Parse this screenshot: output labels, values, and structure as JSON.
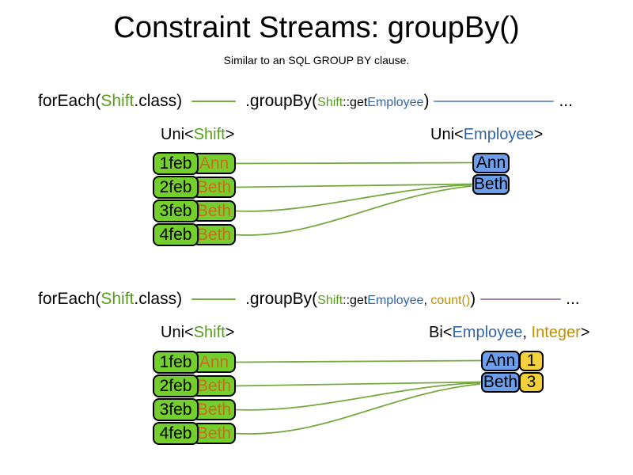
{
  "title": "Constraint Streams: groupBy()",
  "subtitle": "Similar to an SQL GROUP BY clause.",
  "colors": {
    "shift_green_text": "#579D1C",
    "employee_blue_text": "#3465A4",
    "integer_gold_text": "#BF9000",
    "name_orange_text": "#CE6A1C",
    "shift_box_green": "#74CE2E",
    "employee_box_blue": "#6D9EEB",
    "count_box_yellow": "#F2D13D",
    "connector_line_green": "#76A93F",
    "chain_line_green": "#76AC3F",
    "result_line_blue": "#7396C8",
    "result_line_purple": "#9A7FB8"
  },
  "section1": {
    "code": {
      "foreach_open": "forEach(",
      "foreach_type": "Shift",
      "foreach_close": ".class)",
      "groupby_open": ".groupBy(",
      "arg_type": "Shift",
      "arg_getter": "::get",
      "arg_prop": "Employee",
      "groupby_close": ")",
      "ellipsis": "..."
    },
    "source_label": {
      "prefix": "Uni<",
      "type": "Shift",
      "suffix": ">"
    },
    "target_label": {
      "prefix": "Uni<",
      "type": "Employee",
      "suffix": ">"
    },
    "shifts": [
      {
        "date": "1feb",
        "employee": "Ann"
      },
      {
        "date": "2feb",
        "employee": "Beth"
      },
      {
        "date": "3feb",
        "employee": "Beth"
      },
      {
        "date": "4feb",
        "employee": "Beth"
      }
    ],
    "groups": [
      {
        "employee": "Ann"
      },
      {
        "employee": "Beth"
      }
    ],
    "connections": [
      {
        "from": "1feb",
        "to": "Ann"
      },
      {
        "from": "2feb",
        "to": "Beth"
      },
      {
        "from": "3feb",
        "to": "Beth"
      },
      {
        "from": "4feb",
        "to": "Beth"
      }
    ]
  },
  "section2": {
    "code": {
      "foreach_open": "forEach(",
      "foreach_type": "Shift",
      "foreach_close": ".class)",
      "groupby_open": ".groupBy(",
      "arg_type": "Shift",
      "arg_getter": "::get",
      "arg_prop": "Employee",
      "arg_comma": ", ",
      "arg_count": "count()",
      "groupby_close": ")",
      "ellipsis": "..."
    },
    "source_label": {
      "prefix": "Uni<",
      "type": "Shift",
      "suffix": ">"
    },
    "target_label": {
      "prefix": "Bi<",
      "type1": "Employee",
      "comma": ", ",
      "type2": "Integer",
      "suffix": ">"
    },
    "shifts": [
      {
        "date": "1feb",
        "employee": "Ann"
      },
      {
        "date": "2feb",
        "employee": "Beth"
      },
      {
        "date": "3feb",
        "employee": "Beth"
      },
      {
        "date": "4feb",
        "employee": "Beth"
      }
    ],
    "groups": [
      {
        "employee": "Ann",
        "count": "1"
      },
      {
        "employee": "Beth",
        "count": "3"
      }
    ],
    "connections": [
      {
        "from": "1feb",
        "to": "Ann"
      },
      {
        "from": "2feb",
        "to": "Beth"
      },
      {
        "from": "3feb",
        "to": "Beth"
      },
      {
        "from": "4feb",
        "to": "Beth"
      }
    ]
  }
}
